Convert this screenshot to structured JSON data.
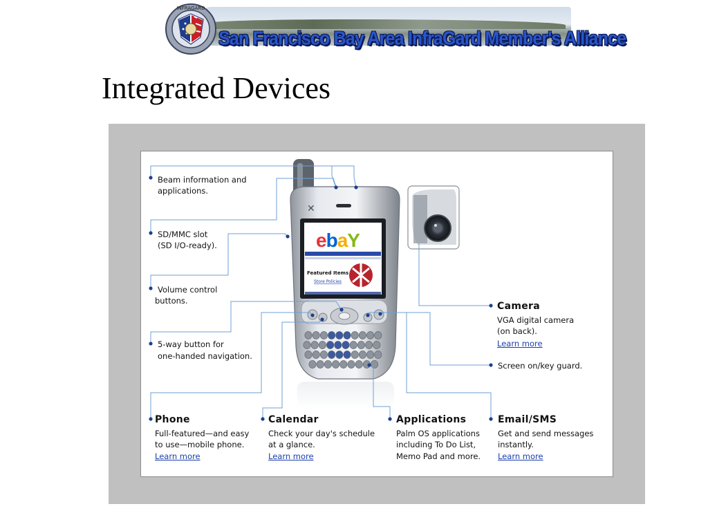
{
  "banner": {
    "title": "San Francisco Bay Area InfraGard Member's Alliance",
    "seal_text": "INFRAGARD"
  },
  "slide": {
    "title": "Integrated Devices"
  },
  "device": {
    "screen_logo": "ebay",
    "screen_heading": "Featured Items",
    "screen_link": "Store Policies"
  },
  "callouts": {
    "beam": [
      "Beam information and",
      "applications."
    ],
    "sdmmc": [
      "SD/MMC slot",
      "(SD I/O-ready)."
    ],
    "volume": [
      "Volume control",
      "buttons."
    ],
    "fiveway": [
      "5-way button for",
      "one-handed navigation."
    ],
    "screen_key": "Screen on/key guard.",
    "camera": {
      "title": "Camera",
      "lines": [
        "VGA digital camera",
        "(on back)."
      ],
      "link": "Learn more"
    },
    "phone": {
      "title": "Phone",
      "lines": [
        "Full-featured—and easy",
        "to use—mobile phone."
      ],
      "link": "Learn more"
    },
    "calendar": {
      "title": "Calendar",
      "lines": [
        "Check your day's schedule",
        "at a glance."
      ],
      "link": "Learn more"
    },
    "applications": {
      "title": "Applications",
      "lines": [
        "Palm OS applications",
        "including To Do List,",
        "Memo Pad and more."
      ]
    },
    "email": {
      "title": "Email/SMS",
      "lines": [
        "Get and send messages",
        "instantly."
      ],
      "link": "Learn more"
    }
  },
  "colors": {
    "leader_line": "#6f9fd6",
    "dot": "#1f3f8f",
    "link": "#1a3faa",
    "banner_text": "#2b55c8"
  }
}
